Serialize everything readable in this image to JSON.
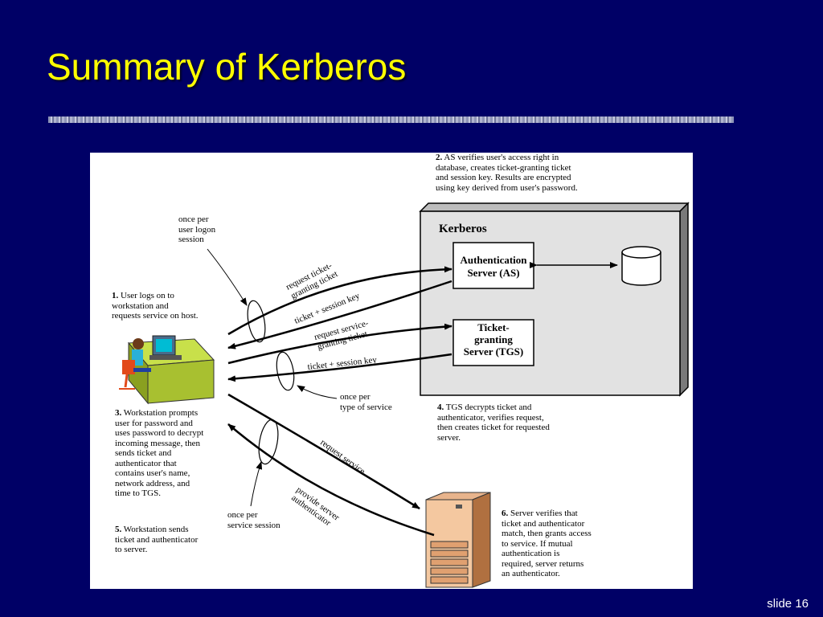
{
  "slide": {
    "title": "Summary of Kerberos",
    "slide_number": "slide 16"
  },
  "diagram": {
    "kerberos_label": "Kerberos",
    "as_label_1": "Authentication",
    "as_label_2": "Server (AS)",
    "tgs_label_1": "Ticket-",
    "tgs_label_2": "granting",
    "tgs_label_3": "Server (TGS)",
    "arrows": {
      "req_tgt_1": "request ticket-",
      "req_tgt_2": "granting ticket",
      "tgt_session_1": "ticket + session key",
      "req_sgt_1": "request service-",
      "req_sgt_2": "granting ticket",
      "tgt_session_2": "ticket + session key",
      "req_service": "request service",
      "provide_auth_1": "provide server",
      "provide_auth_2": "authenticator"
    },
    "annotations": {
      "once_logon": "once per\nuser logon\nsession",
      "once_type": "once per\ntype of service",
      "once_service": "once per\nservice session"
    },
    "steps": {
      "s1_num": "1.",
      "s1_text": " User logs on to\nworkstation and\nrequests service on host.",
      "s2_num": "2.",
      "s2_text": " AS verifies user's access right in\ndatabase, creates ticket-granting ticket\nand session key. Results are encrypted\nusing key derived from user's password.",
      "s3_num": "3.",
      "s3_text": " Workstation prompts\nuser for password and\nuses password to decrypt\nincoming message, then\nsends ticket and\nauthenticator that\ncontains user's name,\nnetwork address, and\ntime to TGS.",
      "s4_num": "4.",
      "s4_text": " TGS decrypts ticket and\nauthenticator, verifies request,\nthen creates ticket for requested\nserver.",
      "s5_num": "5.",
      "s5_text": " Workstation sends\nticket and authenticator\nto server.",
      "s6_num": "6.",
      "s6_text": " Server verifies that\nticket and authenticator\nmatch, then grants access\nto service. If mutual\nauthentication is\nrequired, server returns\nan authenticator."
    }
  }
}
